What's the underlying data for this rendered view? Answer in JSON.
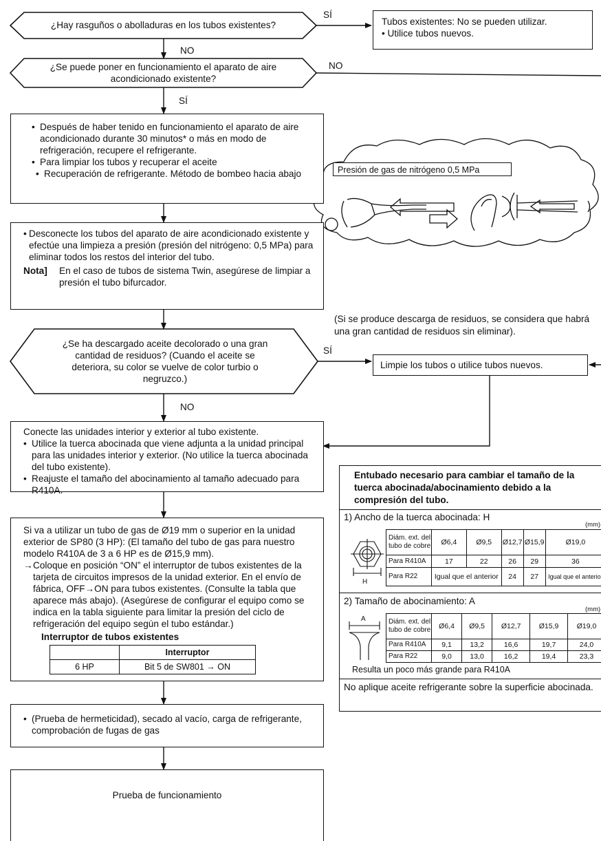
{
  "flow": {
    "q1": "¿Hay rasguños o abolladuras en los tubos existentes?",
    "q1_yes": "SÍ",
    "q1_yes_box": [
      "Tubos existentes: No se pueden utilizar.",
      "• Utilice tubos nuevos."
    ],
    "q1_no": "NO",
    "q2_line1": "¿Se puede poner en funcionamiento el aparato de aire",
    "q2_line2": "acondicionado existente?",
    "q2_no": "NO",
    "q2_yes": "SÍ",
    "step1": [
      "Después de haber tenido en funcionamiento el aparato de aire acondicionado durante 30 minutos* o más en modo de refrigeración, recupere el refrigerante.",
      "Para limpiar los tubos y recuperar el aceite",
      "Recuperación de refrigerante. Método de bombeo hacia abajo"
    ],
    "nitrogen_label": "Presión de gas de nitrógeno 0,5 MPa",
    "step2": "Desconecte los tubos del aparato de aire acondicionado existente y efectúe una limpieza a presión (presión del nitrógeno: 0,5 MPa) para eliminar todos los restos del interior del tubo.",
    "step2_note_label": "Nota]",
    "step2_note": "En el caso de tubos de sistema Twin, asegúrese de limpiar a presión el tubo bifurcador.",
    "residue_note": "(Si se produce descarga de residuos, se considera que habrá una gran cantidad de residuos sin eliminar).",
    "q3": "¿Se ha descargado aceite decolorado o una gran cantidad de residuos? (Cuando el aceite se deteriora, su color se vuelve de color turbio o negruzco.)",
    "q3_yes": "SÍ",
    "q3_yes_box": "Limpie los tubos o utilice tubos nuevos.",
    "q3_no": "NO",
    "step3_title": "Conecte las unidades interior y exterior al tubo existente.",
    "step3": [
      "Utilice la tuerca abocinada que viene adjunta a la unidad principal para las unidades interior y exterior. (No utilice la tuerca abocinada del tubo existente).",
      "Reajuste el tamaño del abocinamiento al tamaño adecuado para R410A."
    ],
    "step4_intro": "Si va a utilizar un tubo de gas de Ø19 mm o superior en la unidad exterior de SP80 (3 HP): (El tamaño del tubo de gas para nuestro modelo R410A de 3 a 6 HP es de Ø15,9 mm).",
    "step4_arrow": "→",
    "step4_detail": "Coloque en posición “ON” el interruptor de tubos existentes de la tarjeta de circuitos impresos de la unidad exterior. En el envío de fábrica, OFF→ON para tubos existentes. (Consulte la tabla que aparece más abajo). (Asegúrese de configurar el equipo como se indica en la tabla siguiente para limitar la presión del ciclo de refrigeración del equipo según el tubo estándar.)",
    "switch_title": "Interruptor de tubos existentes",
    "switch_header": [
      "",
      "Interruptor"
    ],
    "switch_row": [
      "6 HP",
      "Bit 5 de SW801  → ON"
    ],
    "step5": "(Prueba de hermeticidad), secado al vacío, carga de refrigerante, comprobación de fugas de gas",
    "step6": "Prueba de funcionamiento"
  },
  "panel": {
    "title": "Entubado necesario para cambiar el tamaño de la tuerca abocinada/abocinamiento debido a la compresión del tubo.",
    "sec1_title": "1) Ancho de la tuerca abocinada: H",
    "unit1": "(mm)",
    "h_label": "H",
    "sec1_header": [
      "Diám. ext. del tubo de cobre",
      "Ø6,4",
      "Ø9,5",
      "Ø12,7",
      "Ø15,9",
      "Ø19,0"
    ],
    "sec1_r410a": [
      "Para R410A",
      "17",
      "22",
      "26",
      "29",
      "36"
    ],
    "sec1_r22": [
      "Para R22",
      "Igual que el anterior",
      "24",
      "27",
      "Igual que el anterior"
    ],
    "sec2_title": "2) Tamaño de abocinamiento: A",
    "unit2": "(mm)",
    "a_label": "A",
    "sec2_header": [
      "Diám. ext. del tubo de cobre",
      "Ø6,4",
      "Ø9,5",
      "Ø12,7",
      "Ø15,9",
      "Ø19,0"
    ],
    "sec2_r410a": [
      "Para R410A",
      "9,1",
      "13,2",
      "16,6",
      "19,7",
      "24,0"
    ],
    "sec2_r22": [
      "Para R22",
      "9,0",
      "13,0",
      "16,2",
      "19,4",
      "23,3"
    ],
    "sec2_note": "Resulta un poco más grande para R410A",
    "footer": "No aplique aceite refrigerante sobre la superficie abocinada."
  }
}
